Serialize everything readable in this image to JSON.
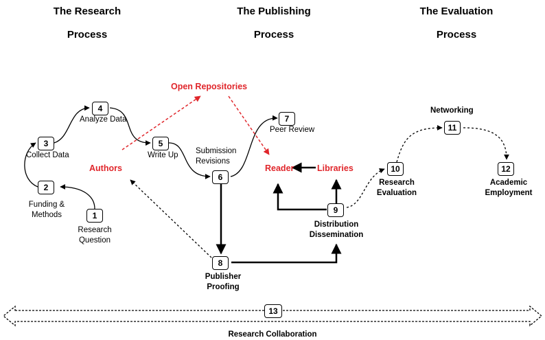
{
  "titles": {
    "research": [
      "The Research",
      "Process"
    ],
    "publishing": [
      "The Publishing",
      "Process"
    ],
    "evaluation": [
      "The Evaluation",
      "Process"
    ]
  },
  "nodes": [
    {
      "id": "1",
      "label": "Research\nQuestion"
    },
    {
      "id": "2",
      "label": "Funding &\nMethods"
    },
    {
      "id": "3",
      "label": "Collect Data"
    },
    {
      "id": "4",
      "label": "Analyze Data"
    },
    {
      "id": "5",
      "label": "Write Up"
    },
    {
      "id": "6",
      "label": "Submission\nRevisions"
    },
    {
      "id": "7",
      "label": "Peer Review"
    },
    {
      "id": "8",
      "label": "Publisher\nProofing"
    },
    {
      "id": "9",
      "label": "Distribution\nDissemination"
    },
    {
      "id": "10",
      "label": "Research\nEvaluation"
    },
    {
      "id": "11",
      "label": "Networking"
    },
    {
      "id": "12",
      "label": "Academic\nEmployment"
    },
    {
      "id": "13",
      "label": "Research Collaboration"
    }
  ],
  "actors": {
    "open_repositories": "Open Repositories",
    "authors": "Authors",
    "reader": "Reader",
    "libraries": "Libraries"
  },
  "colors": {
    "ink": "#000000",
    "highlight": "#e0262b",
    "background": "#ffffff"
  }
}
